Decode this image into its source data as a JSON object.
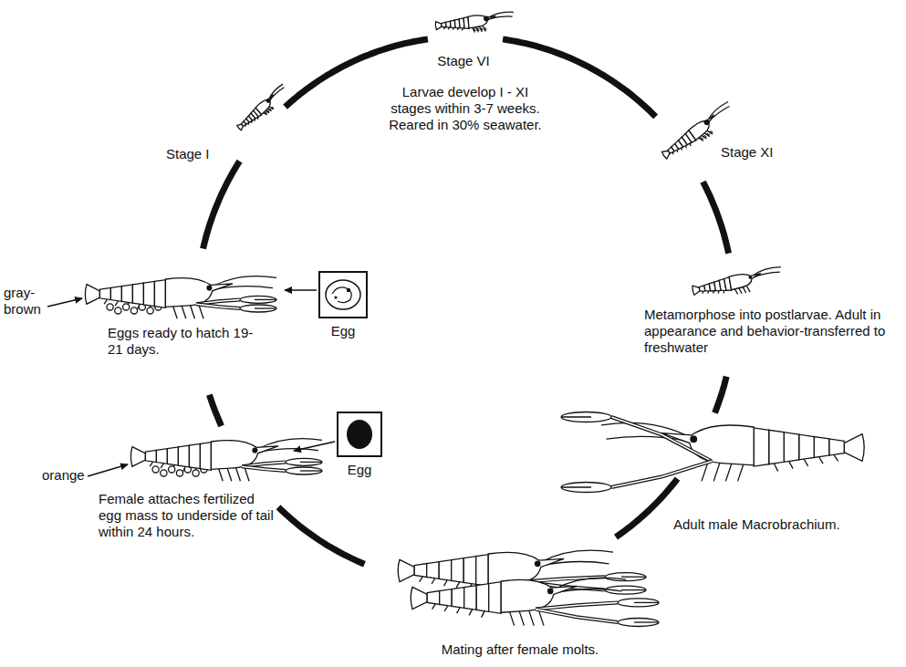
{
  "diagram": {
    "labels": [
      "Stage VI",
      "Stage I",
      "Stage XI",
      "Larvae develop I - XI stages within 3-7 weeks. Reared in 30% seawater.",
      "Metamorphose into postlarvae. Adult in appearance and behavior-transferred to freshwater",
      "Adult male Macrobrachium.",
      "Mating after female molts.",
      "orange",
      "Female attaches fertilized egg mass to underside of tail within 24 hours.",
      "Egg",
      "gray-brown",
      "Eggs ready to hatch 19-21 days.",
      "Egg"
    ]
  }
}
